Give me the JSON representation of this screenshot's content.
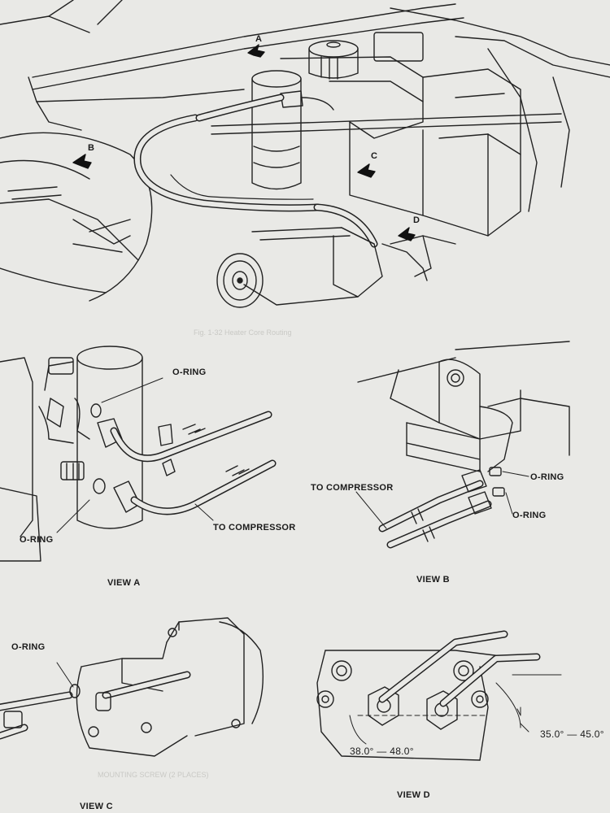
{
  "callouts": {
    "a": "A",
    "b": "B",
    "c": "C",
    "d": "D"
  },
  "view_a": {
    "title": "VIEW A",
    "oring_top": "O-RING",
    "oring_bottom": "O-RING",
    "to_compressor": "TO COMPRESSOR"
  },
  "view_b": {
    "title": "VIEW B",
    "to_compressor": "TO COMPRESSOR",
    "oring_top": "O-RING",
    "oring_bottom": "O-RING"
  },
  "view_c": {
    "title": "VIEW C",
    "oring": "O-RING"
  },
  "view_d": {
    "title": "VIEW D",
    "angle_left": "38.0° — 48.0°",
    "angle_right": "35.0° — 45.0°"
  },
  "bleed_through": {
    "fig_caption": "Fig. 1-32  Heater Core Routing",
    "mounting_note": "MOUNTING SCREW (2 PLACES)"
  }
}
